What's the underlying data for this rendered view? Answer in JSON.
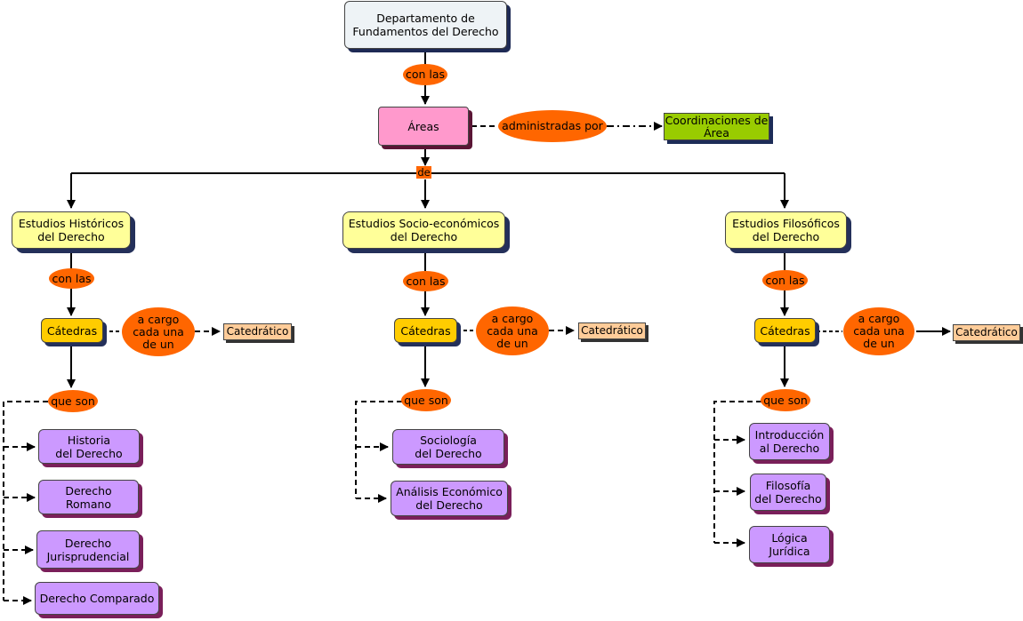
{
  "root": {
    "label": "Departamento de\nFundamentos del Derecho"
  },
  "link_con_las_top": "con las",
  "areas": {
    "label": "Áreas"
  },
  "link_administradas": "administradas por",
  "coordinaciones": {
    "label": "Coordinaciones de\nÁrea"
  },
  "link_de": "de",
  "branches": [
    {
      "title": "Estudios Históricos\ndel Derecho",
      "link_con_las": "con las",
      "catedras": "Cátedras",
      "link_cargo": "a cargo\ncada una\nde un",
      "catedratico": "Catedrático",
      "link_que_son": "que son",
      "subjects": [
        "Historia\ndel Derecho",
        "Derecho\nRomano",
        "Derecho\nJurisprudencial",
        "Derecho Comparado"
      ]
    },
    {
      "title": "Estudios Socio-económicos\ndel Derecho",
      "link_con_las": "con las",
      "catedras": "Cátedras",
      "link_cargo": "a cargo\ncada una\nde un",
      "catedratico": "Catedrático",
      "link_que_son": "que son",
      "subjects": [
        "Sociología\ndel Derecho",
        "Análisis Económico\ndel Derecho"
      ]
    },
    {
      "title": "Estudios Filosóficos\ndel Derecho",
      "link_con_las": "con las",
      "catedras": "Cátedras",
      "link_cargo": "a cargo\ncada una\nde un",
      "catedratico": "Catedrático",
      "link_que_son": "que son",
      "subjects": [
        "Introducción\nal Derecho",
        "Filosofía\ndel Derecho",
        "Lógica\nJurídica"
      ]
    }
  ],
  "colors": {
    "link_ellipse": "#ff6600",
    "root_fill": "#eef3f6",
    "areas_fill": "#ff99cc",
    "coordinaciones_fill": "#99cc00",
    "study_fill": "#ffff99",
    "catedras_fill": "#ffcc00",
    "catedratico_fill": "#ffcc99",
    "subject_fill": "#cc99ff"
  }
}
